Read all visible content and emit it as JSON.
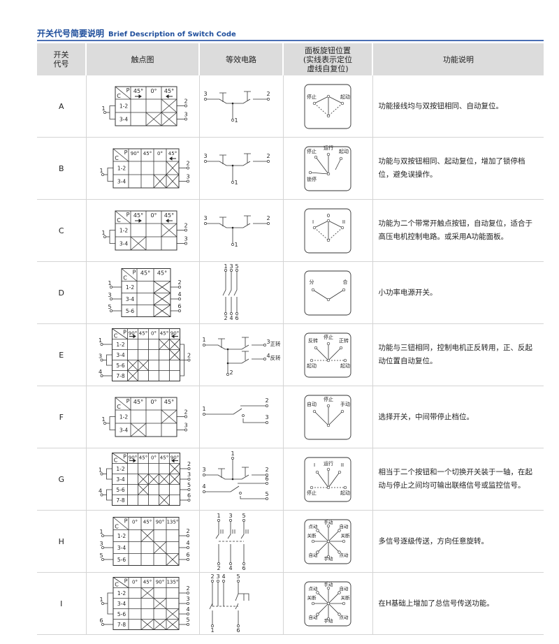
{
  "header": {
    "title_cn": "开关代号简要说明",
    "title_en": "Brief Description of Switch Code"
  },
  "columns": {
    "code": "开关\n代号",
    "contact": "触点图",
    "circuit": "等效电路",
    "panel": "面板旋钮位置\n(实线表示定位\n虚线自复位)",
    "function": "功能说明"
  },
  "contact_common": {
    "p": "P",
    "c": "C"
  },
  "rows": [
    {
      "code": "A",
      "contact": {
        "angles": [
          "45°",
          "0°",
          "45°"
        ],
        "arrows": [
          "right",
          "",
          "left"
        ],
        "rows": [
          "1-2",
          "3-4"
        ],
        "crosses": [
          [
            0,
            2
          ],
          [
            1,
            1
          ],
          [
            1,
            2
          ]
        ],
        "left": [
          {
            "label": "1",
            "rows": [
              0,
              1
            ]
          }
        ],
        "right": [
          {
            "label": "2",
            "rows": [
              0
            ]
          },
          {
            "label": "3",
            "rows": [
              1
            ]
          }
        ]
      },
      "circuit": {
        "type": "pb",
        "labels": [
          "3",
          "2",
          "1"
        ]
      },
      "panel": {
        "type": "A",
        "labels": [
          "停止",
          "起动"
        ]
      },
      "function": "功能接线均与双按钮相同、自动复位。"
    },
    {
      "code": "B",
      "contact": {
        "angles": [
          "90°",
          "45°",
          "0°",
          "45°"
        ],
        "arrows": [
          "",
          "",
          "",
          "left"
        ],
        "rows": [
          "1-2",
          "3-4"
        ],
        "crosses": [
          [
            0,
            3
          ],
          [
            1,
            2
          ],
          [
            1,
            3
          ]
        ],
        "left": [
          {
            "label": "1",
            "rows": [
              0,
              1
            ]
          }
        ],
        "right": [
          {
            "label": "2",
            "rows": [
              0
            ]
          },
          {
            "label": "3",
            "rows": [
              1
            ]
          }
        ]
      },
      "circuit": {
        "type": "pb",
        "labels": [
          "3",
          "2",
          "1"
        ]
      },
      "panel": {
        "type": "B",
        "labels": [
          "停止",
          "运行",
          "起动",
          "锁停"
        ]
      },
      "function": "功能与双按钮相同、起动复位，增加了锁停档位，避免误操作。"
    },
    {
      "code": "C",
      "contact": {
        "angles": [
          "45°",
          "0°",
          "45°"
        ],
        "arrows": [
          "right",
          "",
          "left"
        ],
        "rows": [
          "1-2",
          "3-4"
        ],
        "crosses": [
          [
            0,
            2
          ],
          [
            1,
            0
          ]
        ],
        "left": [
          {
            "label": "1",
            "rows": [
              0,
              1
            ]
          }
        ],
        "right": [
          {
            "label": "2",
            "rows": [
              0
            ]
          },
          {
            "label": "3",
            "rows": [
              1
            ]
          }
        ]
      },
      "circuit": {
        "type": "pb",
        "labels": [
          "3",
          "2",
          "1"
        ]
      },
      "panel": {
        "type": "A",
        "labels": [
          "I",
          "II",
          "0"
        ]
      },
      "function": "功能为二个带常开触点按钮，自动复位，适合于高压电机控制电路。或采用A功能面板。"
    },
    {
      "code": "D",
      "contact": {
        "angles": [
          "45°",
          "45°"
        ],
        "arrows": [
          "",
          ""
        ],
        "rows": [
          "1-2",
          "3-4",
          "5-6"
        ],
        "crosses": [
          [
            0,
            1
          ],
          [
            1,
            1
          ],
          [
            2,
            1
          ]
        ],
        "left": [
          {
            "label": "1",
            "rows": [
              0
            ]
          },
          {
            "label": "3",
            "rows": [
              1
            ]
          },
          {
            "label": "5",
            "rows": [
              2
            ]
          }
        ],
        "right": [
          {
            "label": "2",
            "rows": [
              0
            ]
          },
          {
            "label": "4",
            "rows": [
              1
            ]
          },
          {
            "label": "6",
            "rows": [
              2
            ]
          }
        ]
      },
      "circuit": {
        "type": "three",
        "labels": [
          "1",
          "3",
          "5",
          "2",
          "4",
          "6"
        ]
      },
      "panel": {
        "type": "D",
        "labels": [
          "分",
          "合"
        ]
      },
      "function": "小功率电源开关。"
    },
    {
      "code": "E",
      "contact": {
        "angles": [
          "90°",
          "45°",
          "0°",
          "45°",
          "90°"
        ],
        "arrows": [
          "right",
          "",
          "",
          "",
          "left"
        ],
        "rows": [
          "1-2",
          "3-4",
          "5-6",
          "7-8"
        ],
        "crosses": [
          [
            0,
            3
          ],
          [
            0,
            4
          ],
          [
            1,
            4
          ],
          [
            2,
            0
          ],
          [
            2,
            1
          ],
          [
            3,
            0
          ]
        ],
        "left": [
          {
            "label": "1",
            "rows": [
              0
            ]
          },
          {
            "label": "3",
            "rows": [
              1,
              2
            ]
          },
          {
            "label": "4",
            "rows": [
              3
            ]
          }
        ],
        "right": [
          {
            "label": "2",
            "rows": [
              0,
              3
            ]
          }
        ]
      },
      "circuit": {
        "type": "E",
        "labels": [
          "1",
          "3",
          "正转",
          "4",
          "反转",
          "2"
        ]
      },
      "panel": {
        "type": "E",
        "labels": [
          "反转",
          "停止",
          "正转",
          "起动",
          "起动"
        ]
      },
      "function": "功能与三钮相同，控制电机正反转用，正、反起动位置自动复位。"
    },
    {
      "code": "F",
      "contact": {
        "angles": [
          "45°",
          "0°",
          "45°"
        ],
        "arrows": [
          "",
          "",
          ""
        ],
        "rows": [
          "1-2",
          "3-4"
        ],
        "crosses": [
          [
            0,
            2
          ],
          [
            1,
            0
          ]
        ],
        "left": [
          {
            "label": "1",
            "rows": [
              0,
              1
            ]
          }
        ],
        "right": [
          {
            "label": "2",
            "rows": [
              0
            ]
          },
          {
            "label": "3",
            "rows": [
              1
            ]
          }
        ]
      },
      "circuit": {
        "type": "F",
        "labels": [
          "1",
          "2",
          "3"
        ]
      },
      "panel": {
        "type": "F",
        "labels": [
          "自动",
          "停止",
          "手动"
        ]
      },
      "function": "选择开关，中间带停止档位。"
    },
    {
      "code": "G",
      "contact": {
        "angles": [
          "90°",
          "45°",
          "0°",
          "45°",
          "90°"
        ],
        "arrows": [
          "right",
          "",
          "",
          "",
          "left"
        ],
        "rows": [
          "1-2",
          "3-4",
          "5-6",
          "7-8"
        ],
        "crosses": [
          [
            0,
            4
          ],
          [
            1,
            1
          ],
          [
            1,
            2
          ],
          [
            1,
            3
          ],
          [
            1,
            4
          ],
          [
            2,
            1
          ],
          [
            3,
            3
          ]
        ],
        "left": [
          {
            "label": "1",
            "rows": [
              0,
              1
            ]
          },
          {
            "label": "4",
            "rows": [
              2,
              3
            ]
          }
        ],
        "right": [
          {
            "label": "2",
            "rows": [
              0
            ]
          },
          {
            "label": "3",
            "rows": [
              1
            ]
          },
          {
            "label": "5",
            "rows": [
              2
            ]
          },
          {
            "label": "6",
            "rows": [
              3
            ]
          }
        ]
      },
      "circuit": {
        "type": "G",
        "labels": [
          "1",
          "3",
          "2",
          "4",
          "6",
          "5"
        ]
      },
      "panel": {
        "type": "G",
        "labels": [
          "I",
          "运行",
          "II",
          "停止",
          "起动"
        ]
      },
      "function": "相当于二个按钮和一个切换开关装于一轴，在起动与停止之间均可输出联络信号或监控信号。"
    },
    {
      "code": "H",
      "contact": {
        "angles": [
          "0°",
          "45°",
          "90°",
          "135°"
        ],
        "arrows": [
          "",
          "",
          "",
          ""
        ],
        "rows": [
          "1-2",
          "3-4",
          "5-6"
        ],
        "crosses": [
          [
            0,
            1
          ],
          [
            1,
            2
          ],
          [
            2,
            3
          ]
        ],
        "left": [
          {
            "label": "1",
            "rows": [
              0
            ]
          },
          {
            "label": "3",
            "rows": [
              1
            ]
          },
          {
            "label": "5",
            "rows": [
              2
            ]
          }
        ],
        "right": [
          {
            "label": "2",
            "rows": [
              0
            ]
          },
          {
            "label": "4",
            "rows": [
              1
            ]
          },
          {
            "label": "6",
            "rows": [
              2
            ]
          }
        ]
      },
      "circuit": {
        "type": "H",
        "labels": [
          "1",
          "3",
          "5",
          "2",
          "4",
          "6"
        ]
      },
      "panel": {
        "type": "H",
        "labels": [
          "手动",
          "自动",
          "关断",
          "点动",
          "手动",
          "自动",
          "关断",
          "点动"
        ]
      },
      "function": "多信号逐级传送，方向任意旋转。"
    },
    {
      "code": "I",
      "contact": {
        "angles": [
          "0°",
          "45°",
          "90°",
          "135°"
        ],
        "arrows": [
          "",
          "",
          "",
          ""
        ],
        "rows": [
          "1-2",
          "3-4",
          "5-6",
          "7-8"
        ],
        "crosses": [
          [
            0,
            1
          ],
          [
            1,
            2
          ],
          [
            2,
            3
          ],
          [
            3,
            1
          ],
          [
            3,
            2
          ],
          [
            3,
            3
          ]
        ],
        "left": [
          {
            "label": "1",
            "rows": [
              0,
              1,
              2
            ]
          },
          {
            "label": "6",
            "rows": [
              3
            ]
          }
        ],
        "right": [
          {
            "label": "2",
            "rows": [
              0
            ]
          },
          {
            "label": "3",
            "rows": [
              1
            ]
          },
          {
            "label": "4",
            "rows": [
              2
            ]
          },
          {
            "label": "5",
            "rows": [
              3
            ]
          }
        ]
      },
      "circuit": {
        "type": "I",
        "labels": [
          "2",
          "3",
          "4",
          "5",
          "1",
          "6"
        ]
      },
      "panel": {
        "type": "H",
        "labels": [
          "手动",
          "自动",
          "关断",
          "点动",
          "手动",
          "自动",
          "关断",
          "点动"
        ]
      },
      "function": "在H基础上增加了总信号传送功能。"
    }
  ]
}
